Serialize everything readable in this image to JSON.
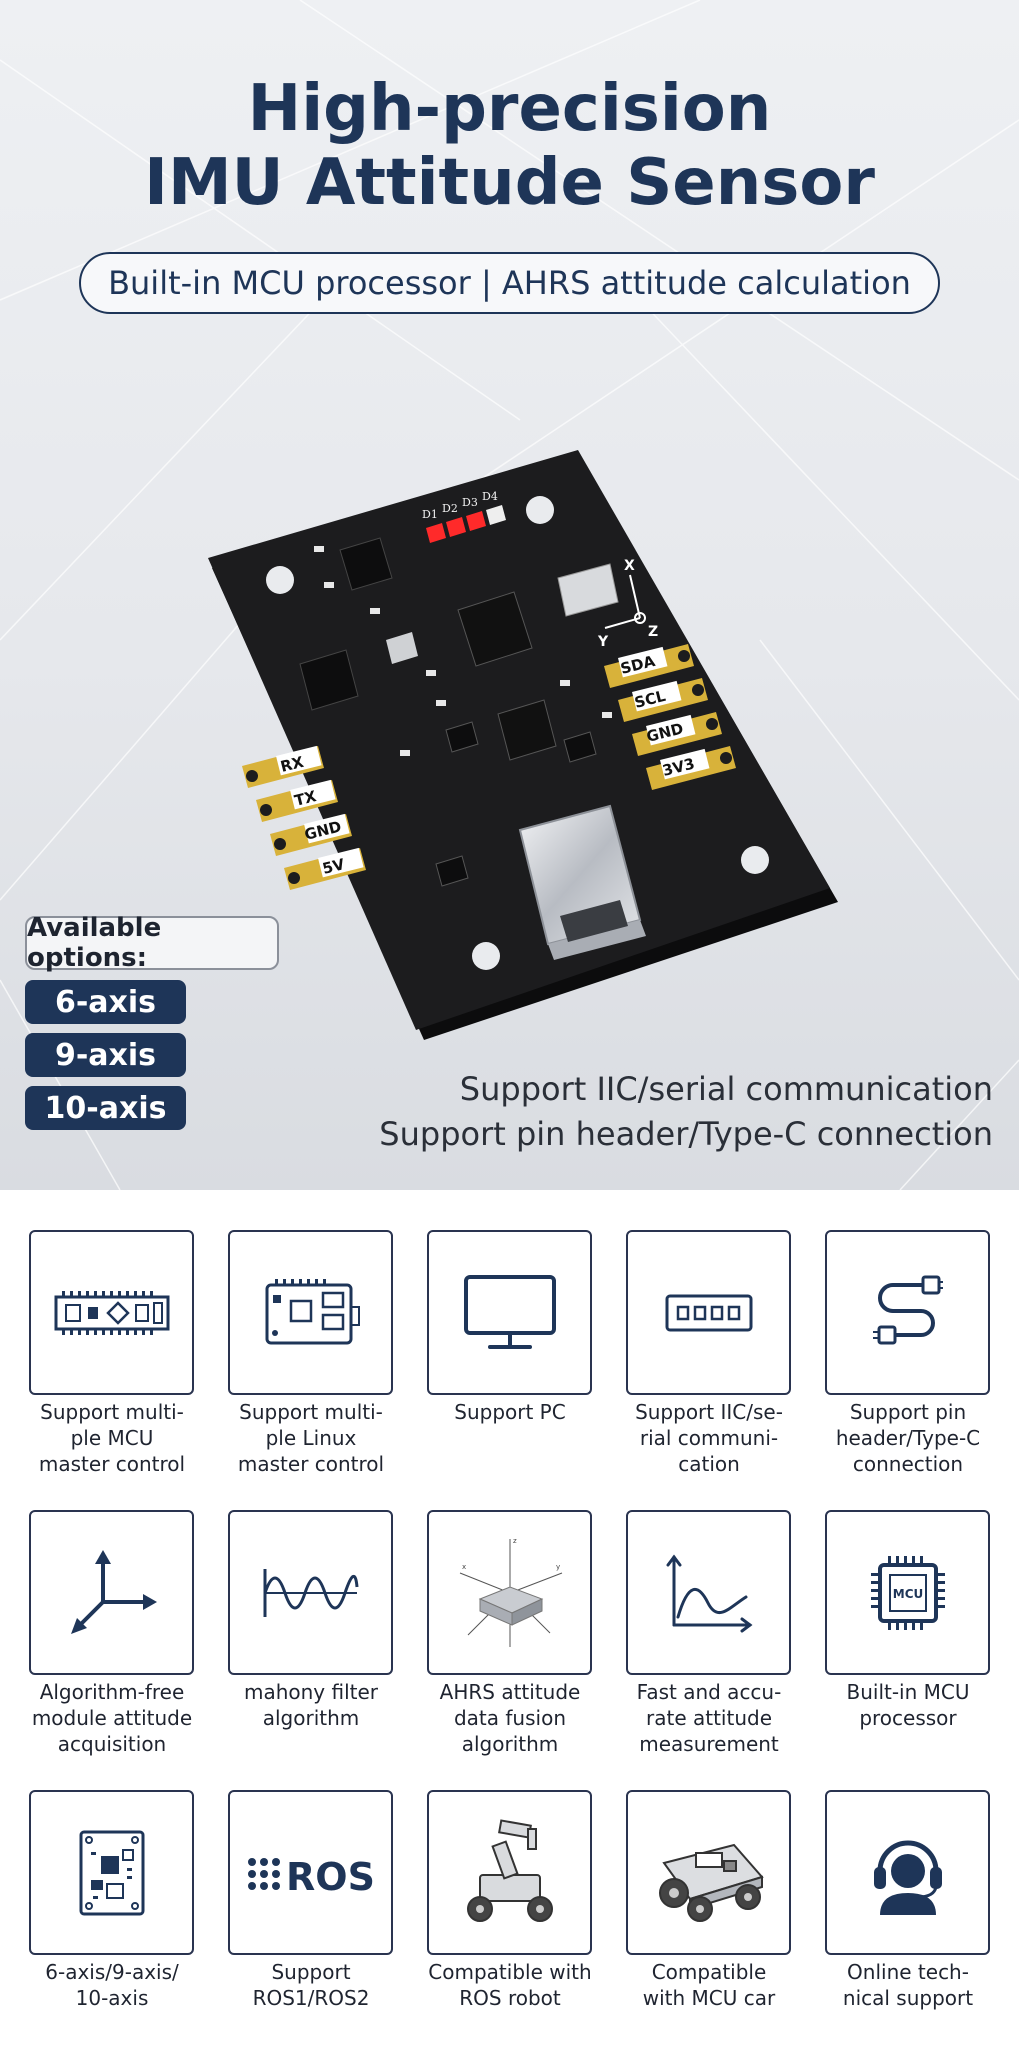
{
  "hero": {
    "title_line1": "High-precision",
    "title_line2": "IMU Attitude Sensor",
    "subtitle": "Built-in MCU processor | AHRS attitude calculation",
    "options_label": "Available options:",
    "options": [
      "6-axis",
      "9-axis",
      "10-axis"
    ],
    "support_lines": [
      "Support IIC/serial communication",
      "Support pin header/Type-C connection"
    ],
    "board": {
      "led_labels": [
        "D1",
        "D2",
        "D3",
        "D4"
      ],
      "left_pins": [
        "RX",
        "TX",
        "GND",
        "5V"
      ],
      "right_pins": [
        "SDA",
        "SCL",
        "GND",
        "3V3"
      ],
      "axis_labels": [
        "X",
        "Y",
        "Z"
      ]
    }
  },
  "features": [
    {
      "icon": "mcu-board-icon",
      "label": "Support multi-\nple MCU\nmaster control"
    },
    {
      "icon": "linux-board-icon",
      "label": "Support multi-\nple Linux\nmaster control"
    },
    {
      "icon": "monitor-icon",
      "label": "Support PC"
    },
    {
      "icon": "serial-port-icon",
      "label": "Support IIC/se-\nrial communi-\ncation"
    },
    {
      "icon": "cable-icon",
      "label": "Support pin\nheader/Type-C\nconnection"
    },
    {
      "icon": "axes-icon",
      "label": "Algorithm-free\nmodule attitude\nacquisition"
    },
    {
      "icon": "wave-icon",
      "label": "mahony filter\nalgorithm"
    },
    {
      "icon": "ahrs-cube-icon",
      "label": "AHRS attitude\ndata fusion\nalgorithm"
    },
    {
      "icon": "curve-chart-icon",
      "label": "Fast and accu-\nrate attitude\nmeasurement"
    },
    {
      "icon": "mcu-chip-icon",
      "label": "Built-in MCU\nprocessor",
      "chip_text": "MCU"
    },
    {
      "icon": "sensor-module-icon",
      "label": "6-axis/9-axis/\n10-axis"
    },
    {
      "icon": "ros-logo-icon",
      "label": "Support\nROS1/ROS2",
      "logo_text": "ROS"
    },
    {
      "icon": "robot-arm-icon",
      "label": "Compatible with\nROS robot"
    },
    {
      "icon": "robot-car-icon",
      "label": "Compatible\nwith MCU car"
    },
    {
      "icon": "support-agent-icon",
      "label": "Online tech-\nnical support"
    }
  ],
  "colors": {
    "navy": "#1e3558",
    "pcb": "#1c1c1e",
    "gold": "#d8b23a",
    "led": "#ff2a2a"
  }
}
